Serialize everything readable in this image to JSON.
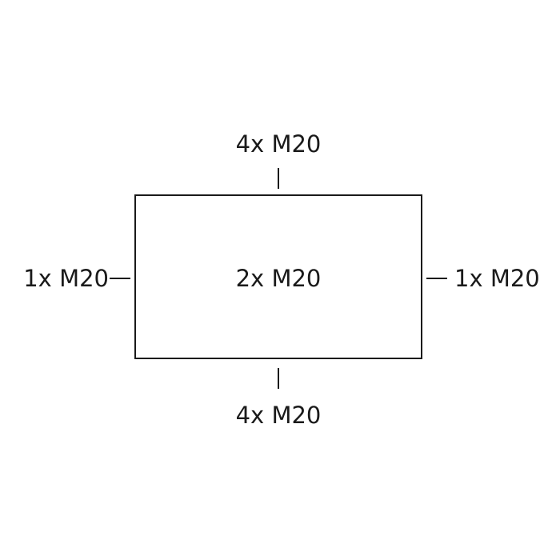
{
  "diagram": {
    "top_label": "4x M20",
    "bottom_label": "4x M20",
    "left_label": "1x M20",
    "right_label": "1x M20",
    "center_label": "2x M20"
  },
  "colors": {
    "line": "#1a1a1a",
    "background": "#ffffff"
  }
}
